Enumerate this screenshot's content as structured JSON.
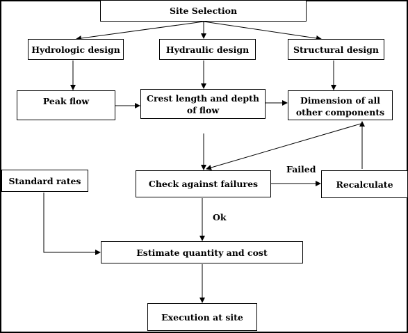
{
  "boxes": {
    "site_selection": "Site Selection",
    "hydrologic_design": "Hydrologic design",
    "hydraulic_design": "Hydraulic design",
    "structural_design": "Structural design",
    "peak_flow": "Peak flow",
    "crest_length": "Crest length and depth of flow",
    "dimension_components": "Dimension of all other components",
    "standard_rates": "Standard rates",
    "check_failures": "Check against failures",
    "recalculate": "Recalculate",
    "estimate_cost": "Estimate quantity and cost",
    "execution": "Execution at site"
  },
  "edge_labels": {
    "failed": "Failed",
    "ok": "Ok"
  },
  "colors": {
    "line": "#000000",
    "background": "#ffffff"
  }
}
